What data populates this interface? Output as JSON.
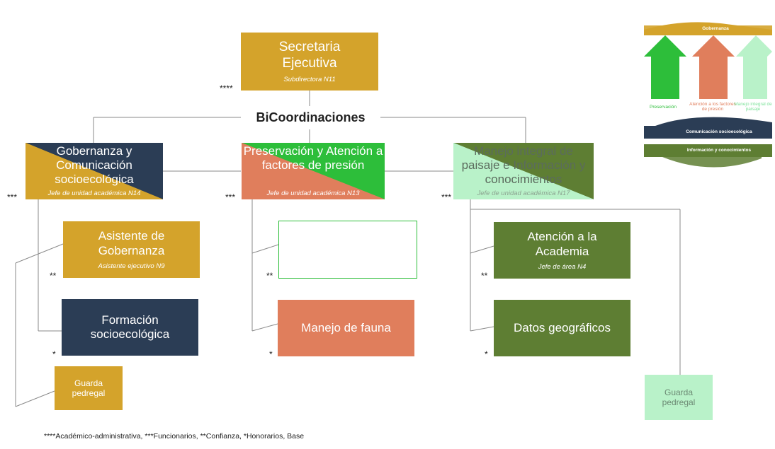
{
  "top": {
    "title": "Secretaria Ejecutiva",
    "subtitle": "Subdirectora N11",
    "mark": "****"
  },
  "center_label": "BiCoordinaciones",
  "coordinations": [
    {
      "title": "Gobernanza y Comunicación socioecológica",
      "subtitle": "Jefe de unidad académica N14",
      "mark": "***"
    },
    {
      "title": "Preservación y Atención a factores de presión",
      "subtitle": "Jefe de unidad académica N13",
      "mark": "***"
    },
    {
      "title": "Manejo integral de paisaje e Información y conocimientos",
      "subtitle": "Jefe de unidad académica N17",
      "mark": "***"
    }
  ],
  "left_col": {
    "asistente": {
      "title": "Asistente de Gobernanza",
      "subtitle": "Asistente ejecutivo N9",
      "mark": "**"
    },
    "formacion": {
      "title": "Formación socioecológica",
      "mark": "*"
    },
    "guarda": {
      "title": "Guarda pedregal"
    }
  },
  "mid_col": {
    "vacante": {
      "title": "",
      "mark": "**"
    },
    "fauna": {
      "title": "Manejo de fauna",
      "mark": "*"
    }
  },
  "right_col": {
    "academia": {
      "title": "Atención a la Academia",
      "subtitle": "Jefe de área N4",
      "mark": "**"
    },
    "datos": {
      "title": "Datos geográficos",
      "mark": "*"
    },
    "guarda": {
      "title": "Guarda pedregal"
    }
  },
  "legend": "****Académico-administrativa, ***Funcionarios, **Confianza, *Honorarios, Base",
  "inset": {
    "gobernanza": "Gobernanza",
    "preservacion": "Preservación",
    "atencion": "Atención a los factores de presión",
    "manejo": "Manejo integral de paisaje",
    "comunicacion": "Comunicación socioecológica",
    "informacion": "Información y conocimientos"
  },
  "colors": {
    "gold": "#D4A32B",
    "navy": "#2B3D55",
    "salmon": "#E07E5C",
    "green": "#2DBE3A",
    "olive": "#5E7E33",
    "mint": "#B9F2C9"
  }
}
